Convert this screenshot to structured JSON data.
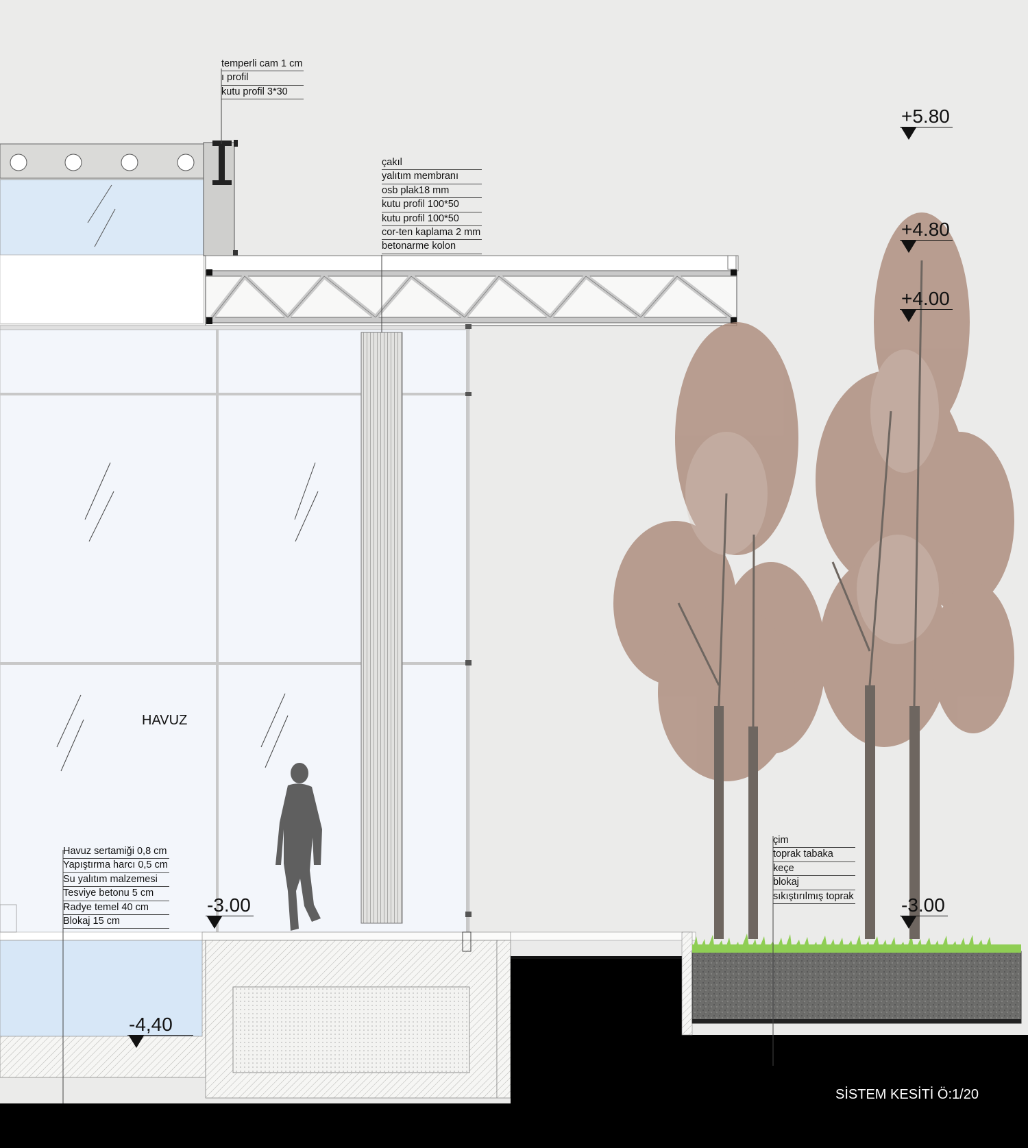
{
  "annotations": {
    "roof_edge": [
      "temperli cam 1 cm",
      "ı profil",
      "kutu profil 3*30"
    ],
    "roof": [
      "çakıl",
      "yalıtım membranı",
      "osb plak18 mm",
      "kutu profil 100*50",
      "kutu profil 100*50",
      "cor-ten kaplama 2 mm",
      "betonarme kolon"
    ],
    "pool_floor": [
      "Havuz sertamiği 0,8 cm",
      "Yapıştırma harcı 0,5 cm",
      "Su yalıtım malzemesi",
      "Tesviye betonu  5 cm",
      "Radye temel 40 cm",
      "Blokaj 15 cm"
    ],
    "landscape": [
      "çim",
      "toprak tabaka",
      "keçe",
      "blokaj",
      "sıkıştırılmış toprak"
    ]
  },
  "levels": {
    "l_580": "+5.80",
    "l_480": "+4.80",
    "l_400": "+4.00",
    "floor_left": "-3.00",
    "floor_right": "-3.00",
    "pool_bottom": "-4,40"
  },
  "room_label": "HAVUZ",
  "caption": "SİSTEM KESİTİ Ö:1/20",
  "colors": {
    "background": "#ebebea",
    "glass": "#f3f6fb",
    "water": "#d7e7f7",
    "grass": "#8fce54",
    "soil": "#6d6d6b",
    "ground_black": "#000000",
    "tree_foliage": "#a98676",
    "steel_truss": "#c9c9c9"
  }
}
